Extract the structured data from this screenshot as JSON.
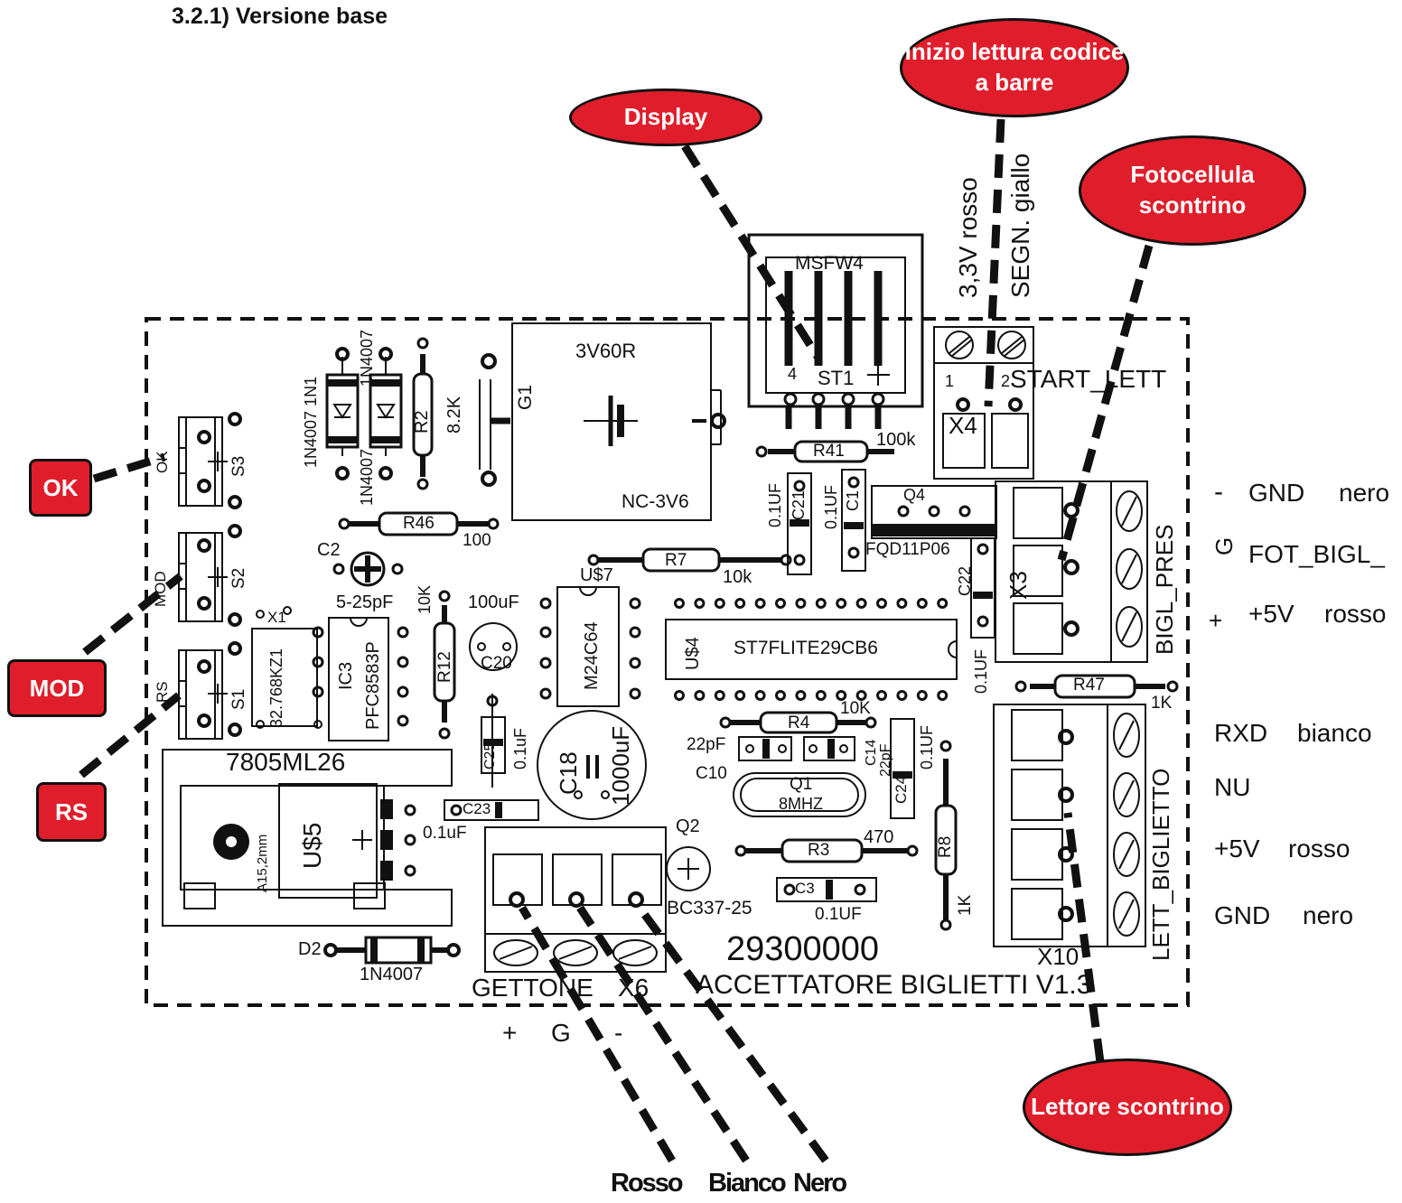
{
  "heading": "3.2.1) Versione base",
  "callouts": {
    "display": "Display",
    "barcode": "Inizio lettura codice a barre",
    "photocell": "Fotocellula scontrino",
    "reader": "Lettore scontrino",
    "ok": "OK",
    "mod": "MOD",
    "rs": "RS"
  },
  "top_wires": {
    "w1": "3,3V rosso",
    "w2": "SEGN. giallo"
  },
  "bigl_pres_wires": [
    {
      "pin": "-",
      "signal": "GND",
      "color": "nero"
    },
    {
      "pin": "G",
      "signal": "FOT_BIGL_",
      "color": ""
    },
    {
      "pin": "+",
      "signal": "+5V",
      "color": "rosso"
    }
  ],
  "lett_wires": [
    {
      "signal": "RXD",
      "color": "bianco"
    },
    {
      "signal": "NU",
      "color": ""
    },
    {
      "signal": "+5V",
      "color": "rosso"
    },
    {
      "signal": "GND",
      "color": "nero"
    }
  ],
  "gettone_pins": [
    "+",
    "G",
    "-"
  ],
  "bottom_wires": [
    "Rosso",
    "Bianco",
    "Nero"
  ],
  "silk": {
    "msfw4": "MSFW4",
    "st1": "ST1",
    "st1_pin4": "4",
    "g1_part": "3V60R",
    "g1": "G1",
    "g1_type": "NC-3V6",
    "d_1n4007_1n1": "1N4007 1N1",
    "d_1n4007a": "1N4007",
    "d_1n4007b": "1N4007",
    "r2": "R2",
    "r2v": "8.2K",
    "r41": "R41",
    "r41v": "100k",
    "c21v": "0.1UF",
    "c21": "C21",
    "c1v": "0.1UF",
    "c1": "C1",
    "q4": "Q4",
    "q4_part": "FQD11P06",
    "r46": "R46",
    "r46v": "100",
    "c2": "C2",
    "c2v": "5-25pF",
    "r7": "R7",
    "r7v": "10k",
    "us7": "U$7",
    "c22": "C22",
    "c22v": "0.1UF",
    "x3": "X3",
    "bigl_pres": "BIGL_PRES",
    "us4": "U$4",
    "us4_part": "ST7FLITE29CB6",
    "r47": "R47",
    "r47v": "1K",
    "x4": "X4",
    "start_lett": "START_LETT",
    "s3": "S3",
    "s3_lbl": "OK",
    "s2": "S2",
    "s2_lbl": "MOD",
    "s1": "S1",
    "s1_lbl": "RS",
    "xt1": "X1",
    "xt1v": "32.768KZ1",
    "ic3": "IC3",
    "ic3_part": "PFC8583P",
    "r12": "R12",
    "r12v": "10K",
    "c20v": "100uF",
    "c20": "C20",
    "m24": "M24C64",
    "c25": "C25",
    "c25v": "0.1uF",
    "c18": "C18",
    "c18v": "1000uF",
    "r4": "R4",
    "r4v": "10K",
    "c10v": "22pF",
    "c10": "C10",
    "c14": "C14",
    "c14v": "22pF",
    "c24": "C24",
    "c24v": "0.1UF",
    "q1": "Q1",
    "q1v": "8MHZ",
    "us5_part": "7805ML26",
    "us5": "U$5",
    "us5_hs": "A15,2mm",
    "c23": "C23",
    "c23v": "0.1uF",
    "q2": "Q2",
    "q2_part": "BC337-25",
    "r3": "R3",
    "r3v": "470",
    "r8": "R8",
    "r8v": "1K",
    "c3": "C3",
    "c3v": "0.1UF",
    "x10": "X10",
    "lett_bigl": "LETT_BIGLIETTO",
    "d2": "D2",
    "d2v": "1N4007",
    "code": "29300000",
    "gettone": "GETTONE",
    "x6": "X6",
    "accettatore": "ACCETTATORE BIGLIETTI V1.3"
  },
  "colors": {
    "callout_fill": "#e01e2b",
    "ink": "#111111"
  }
}
